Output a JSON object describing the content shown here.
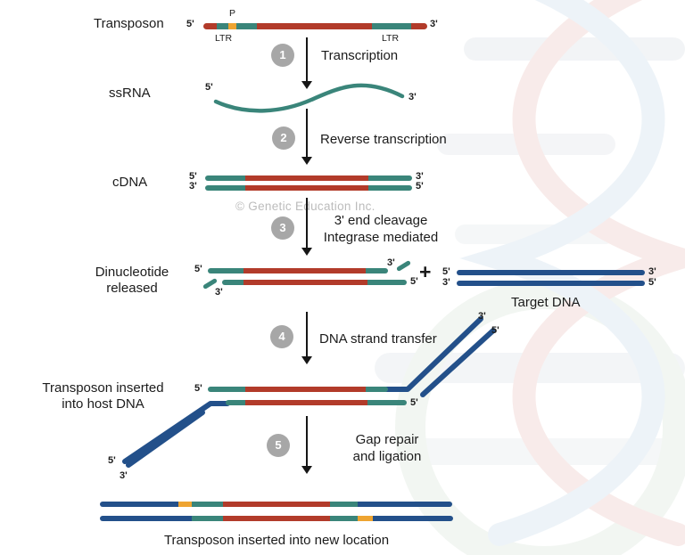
{
  "labels": {
    "transposon": "Transposon",
    "ssrna": "ssRNA",
    "cdna": "cDNA",
    "dinucleotide_line1": "Dinucleotide",
    "dinucleotide_line2": "released",
    "target_dna": "Target DNA",
    "inserted_line1": "Transposon inserted",
    "inserted_line2": "into host DNA",
    "final": "Transposon inserted into new location",
    "promoter": "P",
    "ltr": "LTR",
    "plus": "+",
    "watermark": "© Genetic Education Inc.",
    "prime5": "5'",
    "prime3": "3'"
  },
  "steps": [
    {
      "num": "1",
      "lines": [
        "Transcription"
      ]
    },
    {
      "num": "2",
      "lines": [
        "Reverse transcription"
      ]
    },
    {
      "num": "3",
      "lines": [
        "3' end cleavage",
        "Integrase mediated"
      ]
    },
    {
      "num": "4",
      "lines": [
        "DNA strand transfer"
      ]
    },
    {
      "num": "5",
      "lines": [
        "Gap repair",
        "and ligation"
      ]
    }
  ],
  "colors": {
    "red": "#b23b2a",
    "teal": "#3a857a",
    "orange": "#eea431",
    "blue": "#23508a",
    "step_gray": "#a7a7a7"
  }
}
